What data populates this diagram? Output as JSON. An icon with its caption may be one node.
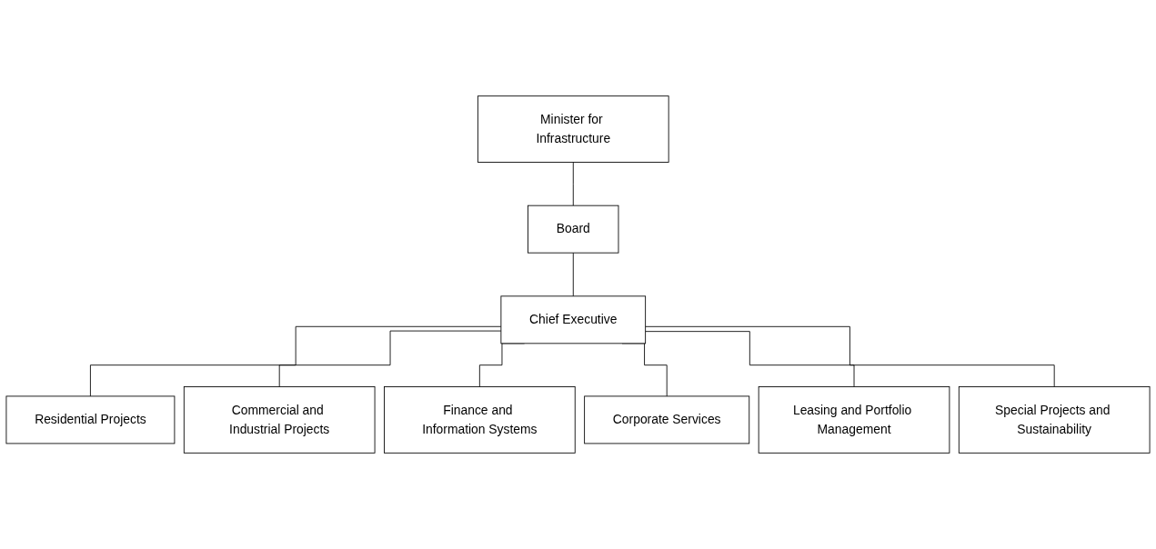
{
  "diagram": {
    "nodes": [
      {
        "text": [
          "Minister for Infrastructure"
        ]
      },
      {
        "text": [
          "Board"
        ]
      },
      {
        "text": [
          "Chief Executive"
        ]
      },
      {
        "text": [
          "Residential Projects"
        ]
      },
      {
        "text": [
          "Commercial and Industrial Projects"
        ]
      },
      {
        "text": [
          "Finance and Information Systems"
        ]
      },
      {
        "text": [
          "Corporate Services"
        ]
      },
      {
        "text": [
          "Leasing and Portfolio Management"
        ]
      },
      {
        "text": [
          "Special Projects and Sustainability"
        ]
      }
    ],
    "edges": [
      {
        "from": 0,
        "to": 1,
        "arrow": "none"
      },
      {
        "from": 1,
        "to": 2,
        "arrow": "none"
      },
      {
        "from": 2,
        "to": 3,
        "arrow": "none"
      },
      {
        "from": 2,
        "to": 4,
        "arrow": "none"
      },
      {
        "from": 2,
        "to": 5,
        "arrow": "none"
      },
      {
        "from": 2,
        "to": 6,
        "arrow": "none"
      },
      {
        "from": 2,
        "to": 7,
        "arrow": "none"
      },
      {
        "from": 2,
        "to": 8,
        "arrow": "none"
      }
    ]
  }
}
